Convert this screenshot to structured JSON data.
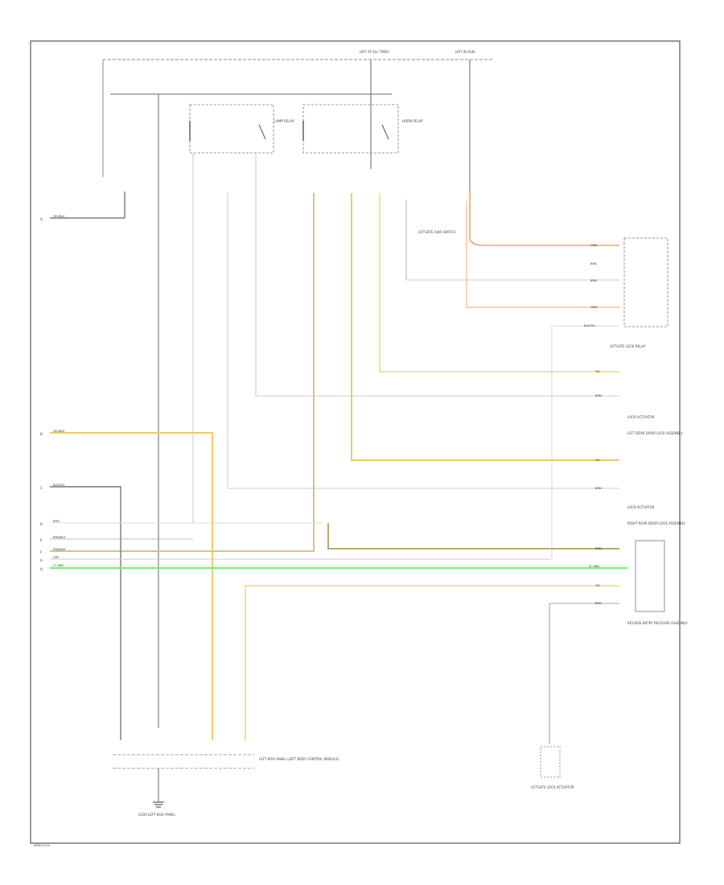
{
  "diagram": {
    "id_code": "W00/11/CV",
    "top_labels": [
      "HOT AT ALL TIMES",
      "HOT IN RUN"
    ],
    "left_markers": [
      "A",
      "B",
      "C",
      "D",
      "E",
      "F",
      "G",
      "H"
    ],
    "left_wire_labels": [
      "YEL/BLK",
      "YEL/BLK",
      "BLU/YEL",
      "BRN",
      "BRN/BLK",
      "PNK/BLK",
      "GRY",
      "LT GRN"
    ],
    "switch_labels": [
      "LAMP RELAY",
      "HORN RELAY"
    ],
    "actuator_label": "LIFTGATE AJAR SWITCH",
    "assembly_label": "LIFTGATE LOCK RELAY",
    "right_wire_labels": [
      "ORN",
      "BRN",
      "BRN",
      "ORN",
      "BLK/YEL",
      "YEL",
      "BRN",
      "YEL",
      "BRN",
      "BRN",
      "LT GRN",
      "YEL",
      "BRN"
    ],
    "right_component_labels": [
      "LIFTGATE LOCK RELAY",
      "LOCK ACTUATOR",
      "LEFT REAR DOOR LOCK ASSEMBLY",
      "LOCK ACTUATOR",
      "RIGHT REAR DOOR LOCK ASSEMBLY",
      "KEYLESS ENTRY RECEIVER ASSEMBLY"
    ],
    "bottom_labels": [
      "LEFT KICK PANEL (LEFT BODY CONTROL MODULE)",
      "G200 LEFT KICK PANEL",
      "LIFTGATE LOCK ACTUATOR"
    ]
  }
}
